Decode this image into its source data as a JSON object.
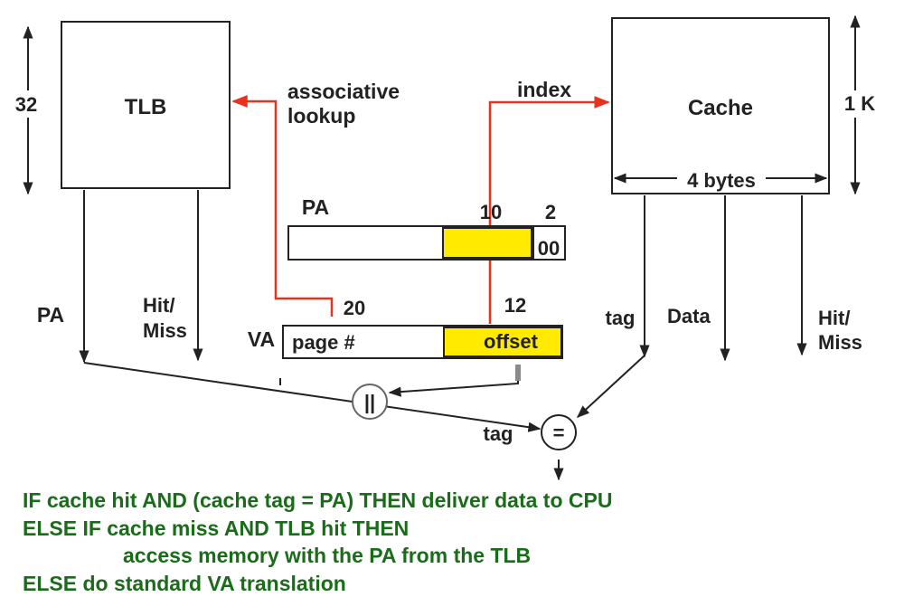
{
  "colors": {
    "stroke": "#222222",
    "accent_red": "#e8321e",
    "field_yellow": "#ffea00",
    "text_green": "#1a6b1a",
    "comparator_gray": "#666666"
  },
  "tlb": {
    "title": "TLB",
    "size_label": "32"
  },
  "cache": {
    "title": "Cache",
    "size_label": "1 K",
    "width_label": "4 bytes"
  },
  "labels": {
    "associative": "associative",
    "lookup": "lookup",
    "index": "index",
    "pa_left": "PA",
    "hit_miss_left_line1": "Hit/",
    "hit_miss_left_line2": "Miss",
    "tag_cache": "tag",
    "data": "Data",
    "hit_miss_right_line1": "Hit/",
    "hit_miss_right_line2": "Miss",
    "tag_compare": "tag"
  },
  "pa_register": {
    "label": "PA",
    "bits_index": "10",
    "bits_offset": "2",
    "offset_value": "00"
  },
  "va_register": {
    "label": "VA",
    "page_field": "page #",
    "offset_field": "offset",
    "bits_page": "20",
    "bits_offset": "12"
  },
  "comparators": {
    "concat_symbol": "||",
    "equal_symbol": "="
  },
  "pseudocode": [
    "IF cache hit AND (cache tag = PA) THEN deliver data to CPU",
    "ELSE IF cache miss AND TLB hit THEN",
    "access memory with the PA from the TLB",
    "ELSE do standard VA translation"
  ]
}
